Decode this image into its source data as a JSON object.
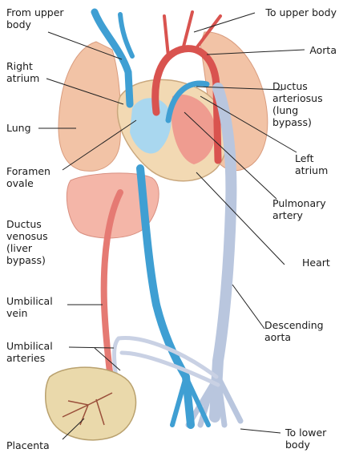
{
  "labels": {
    "from_upper_body": "From upper\nbody",
    "to_upper_body": "To upper body",
    "aorta": "Aorta",
    "right_atrium": "Right\natrium",
    "ductus_arteriosus": "Ductus\narteriosus\n(lung\nbypass)",
    "lung": "Lung",
    "left_atrium": "Left\natrium",
    "foramen_ovale": "Foramen\novale",
    "pulmonary_artery": "Pulmonary\nartery",
    "ductus_venosus": "Ductus\nvenosus\n(liver\nbypass)",
    "heart": "Heart",
    "umbilical_vein": "Umbilical\nvein",
    "descending_aorta": "Descending\naorta",
    "umbilical_arteries": "Umbilical\narteries",
    "to_lower_body": "To lower\nbody",
    "placenta": "Placenta"
  },
  "colors": {
    "lung": "#f2c3a6",
    "liver": "#f4b6a8",
    "heart_wall": "#f2d9b3",
    "oxygenated": "#d9534f",
    "deoxygenated": "#3f9fd3",
    "mixed": "#b9c6de",
    "placenta": "#ead9ab"
  }
}
